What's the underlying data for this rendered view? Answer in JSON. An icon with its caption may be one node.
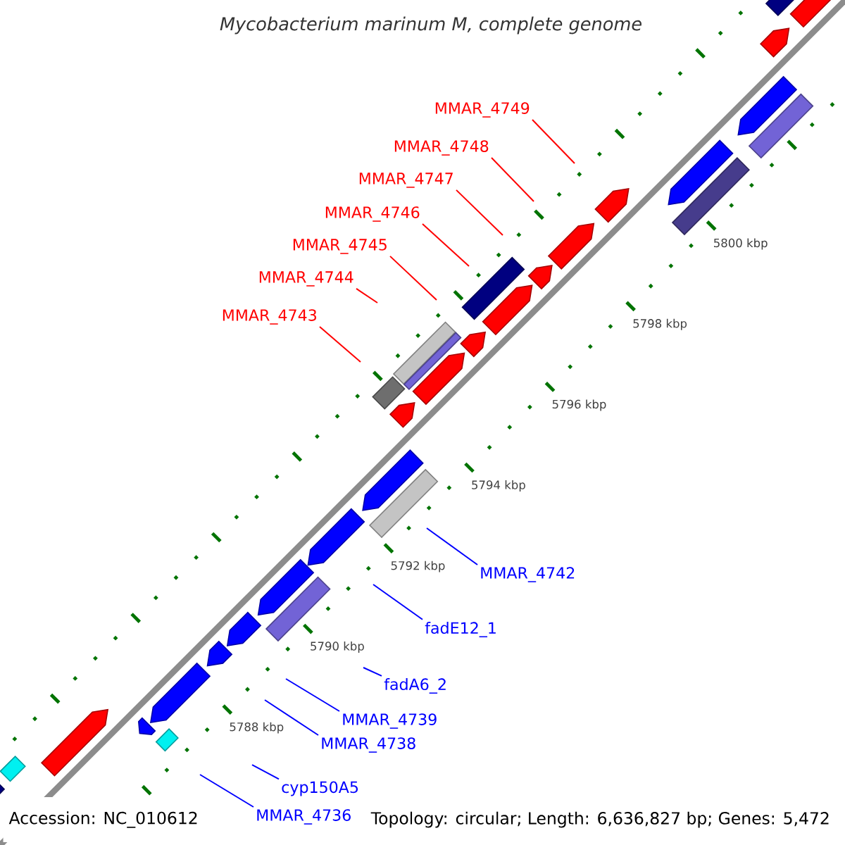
{
  "diagram": {
    "title": "Mycobacterium marinum M, complete genome",
    "nodes": [
      {
        "text": [
          "MMAR_4749"
        ]
      },
      {
        "text": [
          "MMAR_4748"
        ]
      },
      {
        "text": [
          "MMAR_4747"
        ]
      },
      {
        "text": [
          "MMAR_4746"
        ]
      },
      {
        "text": [
          "MMAR_4745"
        ]
      },
      {
        "text": [
          "MMAR_4744"
        ]
      },
      {
        "text": [
          "MMAR_4743"
        ]
      },
      {
        "text": [
          "MMAR_4742"
        ]
      },
      {
        "text": [
          "fadE12_1"
        ]
      },
      {
        "text": [
          "fadA6_2"
        ]
      },
      {
        "text": [
          "MMAR_4739"
        ]
      },
      {
        "text": [
          "MMAR_4738"
        ]
      },
      {
        "text": [
          "cyp150A5"
        ]
      },
      {
        "text": [
          "MMAR_4736"
        ]
      }
    ],
    "edges": [
      {
        "from": 0,
        "to": null,
        "arrow": "none",
        "color": "#ff0000"
      },
      {
        "from": 1,
        "to": null,
        "arrow": "none",
        "color": "#ff0000"
      },
      {
        "from": 2,
        "to": null,
        "arrow": "none",
        "color": "#ff0000"
      },
      {
        "from": 3,
        "to": null,
        "arrow": "none",
        "color": "#ff0000"
      },
      {
        "from": 4,
        "to": null,
        "arrow": "none",
        "color": "#ff0000"
      },
      {
        "from": 5,
        "to": null,
        "arrow": "none",
        "color": "#ff0000"
      },
      {
        "from": 6,
        "to": null,
        "arrow": "none",
        "color": "#ff0000"
      },
      {
        "from": 7,
        "to": null,
        "arrow": "none",
        "color": "#0000ff"
      },
      {
        "from": 8,
        "to": null,
        "arrow": "none",
        "color": "#0000ff"
      },
      {
        "from": 9,
        "to": null,
        "arrow": "none",
        "color": "#0000ff"
      },
      {
        "from": 10,
        "to": null,
        "arrow": "none",
        "color": "#0000ff"
      },
      {
        "from": 11,
        "to": null,
        "arrow": "none",
        "color": "#0000ff"
      },
      {
        "from": 12,
        "to": null,
        "arrow": "none",
        "color": "#0000ff"
      },
      {
        "from": 13,
        "to": null,
        "arrow": "none",
        "color": "#0000ff"
      }
    ],
    "labels": [
      "5800 kbp",
      "5798 kbp",
      "5796 kbp",
      "5794 kbp",
      "5792 kbp",
      "5790 kbp",
      "5788 kbp",
      "Accession: NC_010612",
      "Topology: circular; Length: 6,636,827 bp; Genes: 5,472"
    ]
  }
}
